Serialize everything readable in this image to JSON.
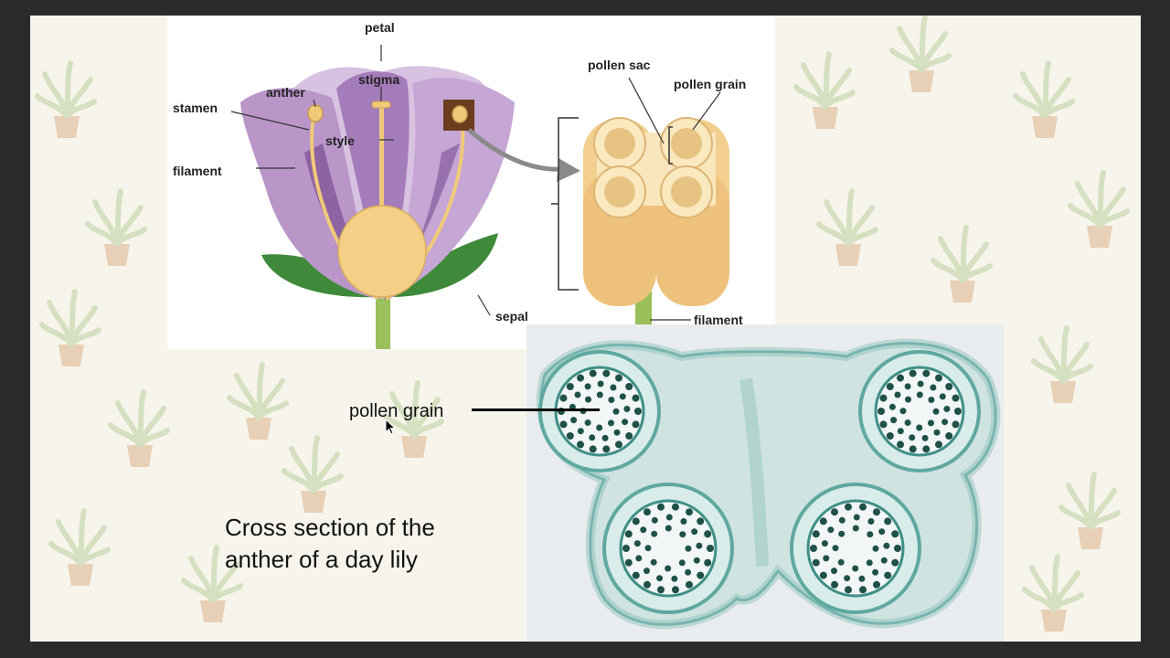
{
  "diagram": {
    "labels": {
      "petal": "petal",
      "stigma": "stigma",
      "anther": "anther",
      "stamen": "stamen",
      "style": "style",
      "filament": "filament",
      "sepal": "sepal",
      "pollen_sac": "pollen sac",
      "pollen_grain": "pollen grain",
      "anther_filament": "filament"
    }
  },
  "micrograph": {
    "pointer_label": "pollen grain",
    "caption_line1": "Cross section of the",
    "caption_line2": "anther of a day lily"
  },
  "colors": {
    "petal": "#b995c8",
    "petal_dark": "#7a4e91",
    "stamen": "#f0c97a",
    "sepal": "#3f8a3a",
    "stem": "#9bbf5a",
    "cell_stain": "#5fa8a0",
    "grain": "#1f5148"
  },
  "icons": [
    "mouse-cursor-icon",
    "arrow-icon"
  ]
}
